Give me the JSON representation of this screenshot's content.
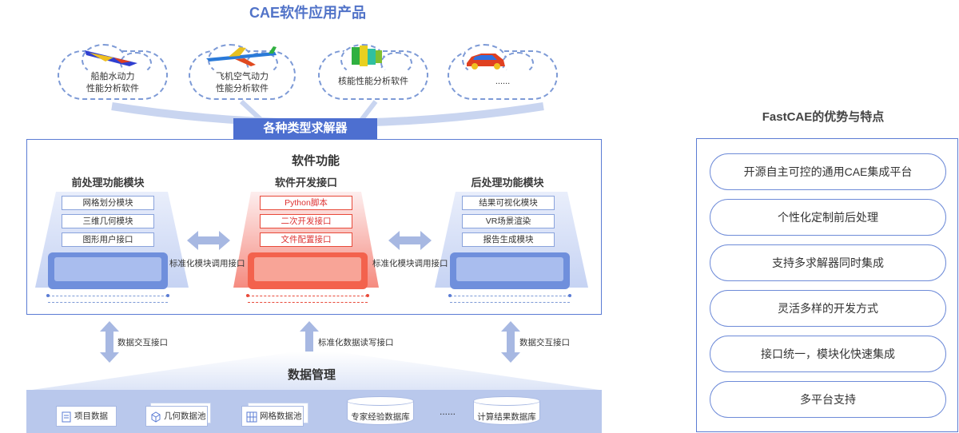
{
  "top_title": "CAE软件应用产品",
  "clouds": [
    {
      "line1": "船舶水动力",
      "line2": "性能分析软件",
      "model": "ship-model"
    },
    {
      "line1": "飞机空气动力",
      "line2": "性能分析软件",
      "model": "airplane-model"
    },
    {
      "line1": "核能性能分析软件",
      "line2": "",
      "model": "nuclear-model"
    },
    {
      "line1": "......",
      "line2": "",
      "model": "car-model"
    }
  ],
  "solver_bar": "各种类型求解器",
  "software_function": {
    "title": "软件功能",
    "columns": [
      {
        "title": "前处理功能模块",
        "items": [
          "网格划分模块",
          "三维几何模块",
          "图形用户接口"
        ]
      },
      {
        "title": "软件开发接口",
        "items": [
          "Python脚本",
          "二次开发接口",
          "文件配置接口"
        ]
      },
      {
        "title": "后处理功能模块",
        "items": [
          "结果可视化模块",
          "VR场景渲染",
          "报告生成模块"
        ]
      }
    ],
    "connector_left": "标准化模块调用接口",
    "connector_right": "标准化模块调用接口"
  },
  "arrows": {
    "left": "数据交互接口",
    "center": "标准化数据读写接口",
    "right": "数据交互接口"
  },
  "data_management": {
    "title": "数据管理",
    "docs": [
      "项目数据",
      "几何数据池",
      "网格数据池"
    ],
    "dbs": [
      "专家经验数据库",
      "......",
      "计算结果数据库"
    ]
  },
  "right_panel": {
    "title": "FastCAE的优势与特点",
    "items": [
      "开源自主可控的通用CAE集成平台",
      "个性化定制前后处理",
      "支持多求解器同时集成",
      "灵活多样的开发方式",
      "接口统一，模块化快速集成",
      "多平台支持"
    ]
  },
  "colors": {
    "accent": "#4d6fd0",
    "red": "#e84a3a",
    "light": "#b9c8ec"
  }
}
